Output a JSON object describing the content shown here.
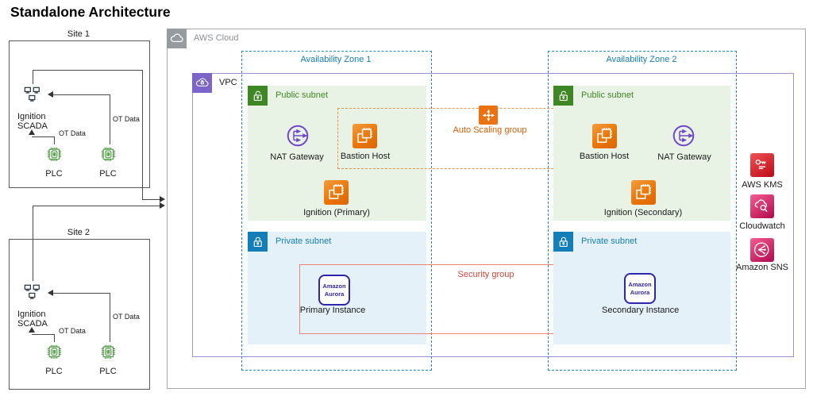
{
  "title": "Standalone Architecture",
  "colors": {
    "public_subnet_green": "#3F8624",
    "private_subnet_blue": "#147EBA",
    "availability_zone_blue": "#147EBA",
    "ec2_orange": "#ED7100",
    "auto_scaling_orange": "#D45F07",
    "security_group_red": "#D6453C",
    "vpc_purple": "#7D64C8",
    "aws_cloud_gray": "#8C9196",
    "aurora_blue": "#2E27AD",
    "kms_red": "#BD0816",
    "sns_cloudwatch_pink": "#B0084D",
    "plc_green": "#4C9A41",
    "nat_purple": "#7147C9"
  },
  "sites": [
    {
      "label": "Site 1",
      "scada_line1": "Ignition",
      "scada_line2": "SCADA",
      "ot_left": "OT Data",
      "ot_right": "OT Data",
      "plc_left": "PLC",
      "plc_right": "PLC"
    },
    {
      "label": "Site 2",
      "scada_line1": "Ignition",
      "scada_line2": "SCADA",
      "ot_left": "OT Data",
      "ot_right": "OT Data",
      "plc_left": "PLC",
      "plc_right": "PLC"
    }
  ],
  "aws_cloud": {
    "label": "AWS Cloud"
  },
  "vpc": {
    "label": "VPC"
  },
  "availability_zones": [
    {
      "label": "Availability Zone 1",
      "public_subnet": {
        "label": "Public subnet",
        "nat_gateway": "NAT Gateway",
        "bastion": "Bastion Host",
        "ignition": "Ignition (Primary)"
      },
      "private_subnet": {
        "label": "Private subnet",
        "aurora_line1": "Amazon",
        "aurora_line2": "Aurora",
        "instance": "Primary Instance"
      }
    },
    {
      "label": "Availability Zone 2",
      "public_subnet": {
        "label": "Public subnet",
        "nat_gateway": "NAT Gateway",
        "bastion": "Bastion Host",
        "ignition": "Ignition (Secondary)"
      },
      "private_subnet": {
        "label": "Private subnet",
        "aurora_line1": "Amazon",
        "aurora_line2": "Aurora",
        "instance": "Secondary Instance"
      }
    }
  ],
  "auto_scaling_group": {
    "label": "Auto Scaling group"
  },
  "security_group": {
    "label": "Security group"
  },
  "services": [
    {
      "label": "AWS KMS"
    },
    {
      "label": "Cloudwatch"
    },
    {
      "label": "Amazon SNS"
    }
  ]
}
